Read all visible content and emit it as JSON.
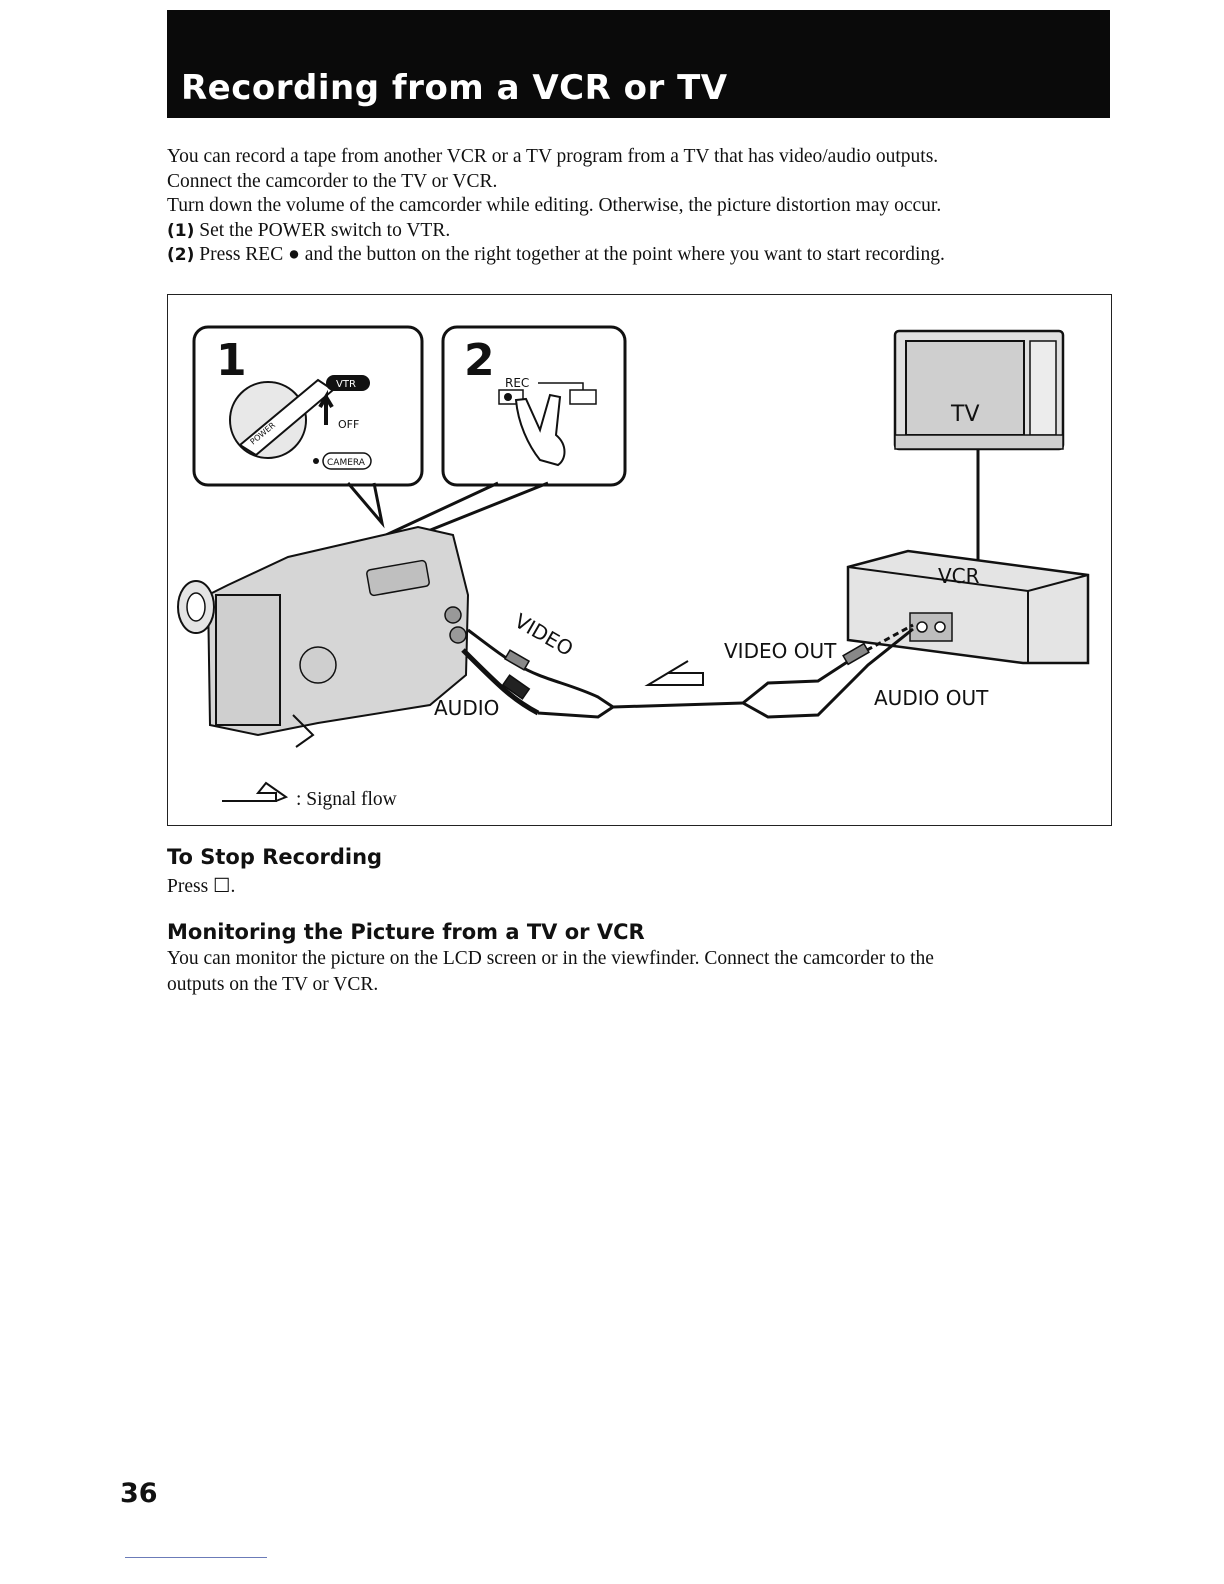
{
  "header": {
    "title": "Recording from a VCR or TV"
  },
  "intro": {
    "line1": "You can record a tape from another VCR or a TV program from a TV that has video/audio outputs.",
    "line2": "Connect the camcorder to the TV or VCR.",
    "line3": "Turn down the volume of the camcorder while editing. Otherwise, the picture distortion may occur.",
    "step1_num": "(1)",
    "step1_text": "Set the POWER switch to VTR.",
    "step2_num": "(2)",
    "step2_text": "Press REC ● and the button on the right together at the point where you want to start recording."
  },
  "figure": {
    "callout1_num": "1",
    "callout2_num": "2",
    "vtr": "VTR",
    "off": "OFF",
    "camera": "CAMERA",
    "power": "POWER",
    "rec": "REC",
    "tv": "TV",
    "vcr": "VCR",
    "video": "VIDEO",
    "audio": "AUDIO",
    "video_out": "VIDEO OUT",
    "audio_out": "AUDIO OUT",
    "legend": ": Signal flow"
  },
  "stop": {
    "heading": "To Stop Recording",
    "text": "Press ☐."
  },
  "monitor": {
    "heading": "Monitoring the Picture from a TV or VCR",
    "line1": "You can monitor the picture on the LCD screen or in the viewfinder. Connect the camcorder to the",
    "line2": "outputs on the TV or VCR."
  },
  "page": {
    "number": "36"
  }
}
